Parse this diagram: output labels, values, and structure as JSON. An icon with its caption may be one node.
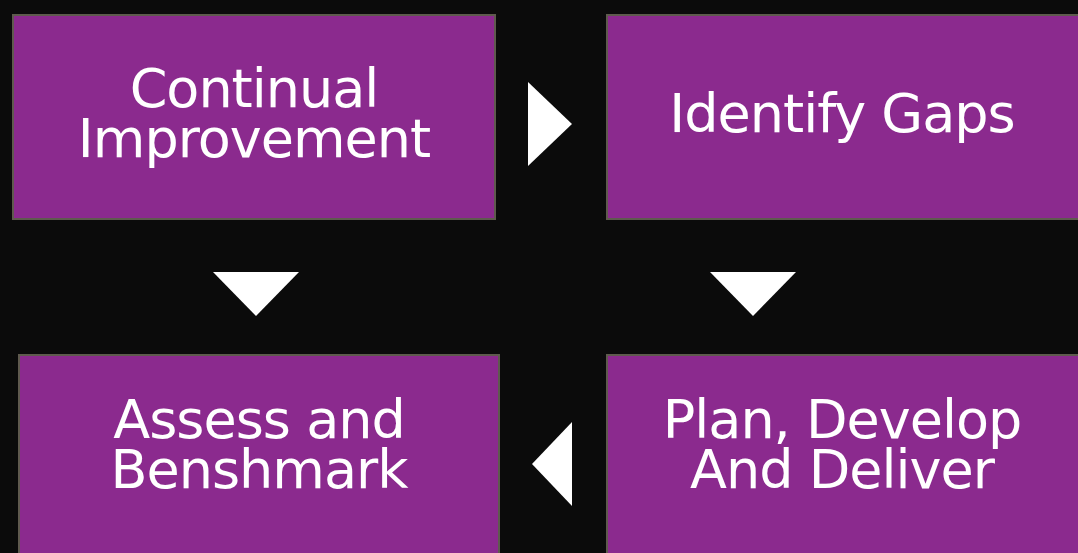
{
  "diagram": {
    "nodes": [
      {
        "text": [
          "Continual Improvement"
        ]
      },
      {
        "text": [
          "Identify Gaps"
        ]
      },
      {
        "text": [
          "Assess and Benshmark"
        ]
      },
      {
        "text": [
          "Plan, Develop And Deliver"
        ]
      }
    ],
    "edges": [
      {
        "from": 0,
        "to": 1,
        "arrow": "to"
      },
      {
        "from": 1,
        "to": 3,
        "arrow": "to"
      },
      {
        "from": 3,
        "to": 2,
        "arrow": "to"
      },
      {
        "from": 0,
        "to": 2,
        "arrow": "to"
      }
    ]
  }
}
